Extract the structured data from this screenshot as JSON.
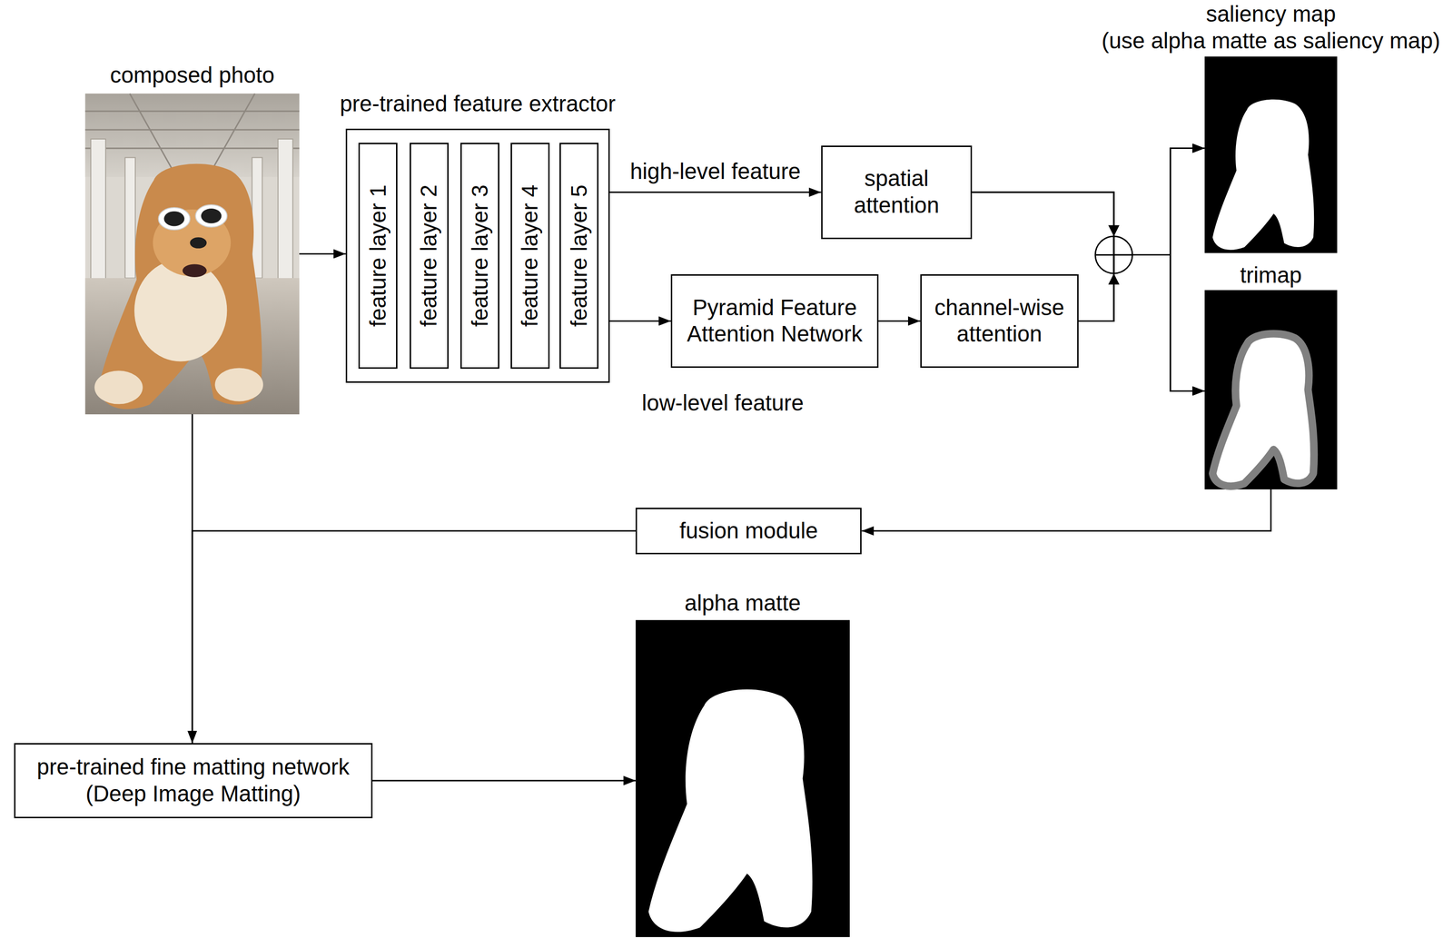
{
  "diagram": {
    "nodes": [
      {
        "text": [
          "composed photo"
        ]
      },
      {
        "text": [
          "pre-trained feature extractor"
        ]
      },
      {
        "text": [
          "feature layer 1"
        ],
        "in": 1
      },
      {
        "text": [
          "feature layer 2"
        ],
        "in": 1
      },
      {
        "text": [
          "feature layer 3"
        ],
        "in": 1
      },
      {
        "text": [
          "feature layer 4"
        ],
        "in": 1
      },
      {
        "text": [
          "feature layer 5"
        ],
        "in": 1
      },
      {
        "text": [
          "spatial attention"
        ]
      },
      {
        "text": [
          "Pyramid Feature Attention Network"
        ]
      },
      {
        "text": [
          "channel-wise attention"
        ]
      },
      {
        "text": [
          "saliency map",
          "(use alpha matte as saliency map)"
        ]
      },
      {
        "text": [
          "trimap"
        ]
      },
      {
        "text": [
          "fusion module"
        ]
      },
      {
        "text": [
          "pre-trained fine matting network (Deep Image Matting)"
        ]
      },
      {
        "text": [
          "alpha matte"
        ]
      }
    ],
    "edges": [
      {
        "from": 0,
        "to": 1,
        "arrow": "to"
      },
      {
        "from": 1,
        "to": 7,
        "label": "high-level feature",
        "arrow": "to"
      },
      {
        "from": 1,
        "to": 8,
        "label": "low-level feature",
        "arrow": "to"
      },
      {
        "from": 8,
        "to": 9,
        "arrow": "to"
      },
      {
        "from": 7,
        "to": 10,
        "arrow": "to"
      },
      {
        "from": 7,
        "to": 11,
        "arrow": "to"
      },
      {
        "from": 9,
        "to": 10,
        "arrow": "to"
      },
      {
        "from": 9,
        "to": 11,
        "arrow": "to"
      },
      {
        "from": 11,
        "to": 12,
        "arrow": "to"
      },
      {
        "from": 12,
        "to": 13,
        "arrow": "to"
      },
      {
        "from": 0,
        "to": 13,
        "arrow": "to"
      },
      {
        "from": 13,
        "to": 14,
        "arrow": "to"
      }
    ]
  }
}
